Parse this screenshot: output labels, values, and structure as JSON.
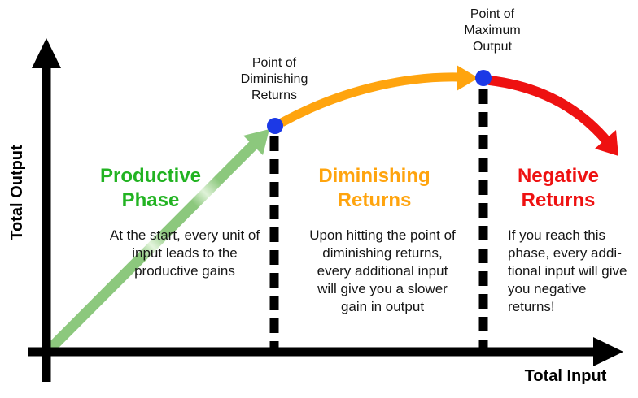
{
  "axes": {
    "y_label": "Total Output",
    "x_label": "Total Input"
  },
  "points": [
    {
      "label": "Point of\nDiminishing\nReturns",
      "marker_color": "#1C39E6"
    },
    {
      "label": "Point of\nMaximum\nOutput",
      "marker_color": "#1C39E6"
    }
  ],
  "phases": [
    {
      "title": "Productive\nPhase",
      "title_color": "#22B322",
      "curve_color": "#8CC87D",
      "description": "At the start, every unit of\ninput leads to the\nproductive gains"
    },
    {
      "title": "Diminishing\nReturns",
      "title_color": "#FFA40E",
      "curve_color": "#FFA40E",
      "description": "Upon hitting the point of\ndiminishing returns,\nevery additional input\nwill give you a slower\ngain in output"
    },
    {
      "title": "Negative\nReturns",
      "title_color": "#EE1111",
      "curve_color": "#EE1111",
      "description": "If you reach this\nphase, every addi-\ntional input will give\nyou negative\nreturns!"
    }
  ],
  "colors": {
    "axis": "#000000",
    "dashed_line": "#000000",
    "background": "#FFFFFF"
  }
}
